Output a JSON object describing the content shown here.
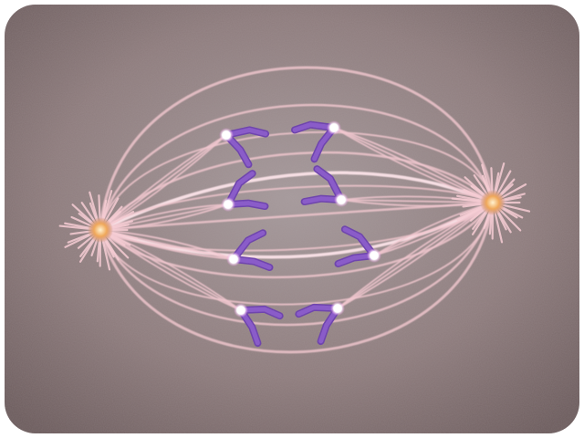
{
  "image": {
    "subject": "cell-division-anaphase-illustration",
    "colors": {
      "background": "#8e7c7d",
      "background_dark": "#6c5c5d",
      "background_light": "#a5999b",
      "frame": "#ffffff",
      "spindle_fiber": "#f2c8d0",
      "spindle_fiber_bright": "#fbe3e8",
      "centrosome_core": "#f0a85a",
      "centrosome_rays": "#f6cdd3",
      "chromosome": "#8a5cc9",
      "chromosome_dark": "#6f45ad",
      "centromere": "#ffffff",
      "centromere_glow": "#e88fe0"
    },
    "centrosome_count": 2,
    "chromosome_count": 8
  }
}
